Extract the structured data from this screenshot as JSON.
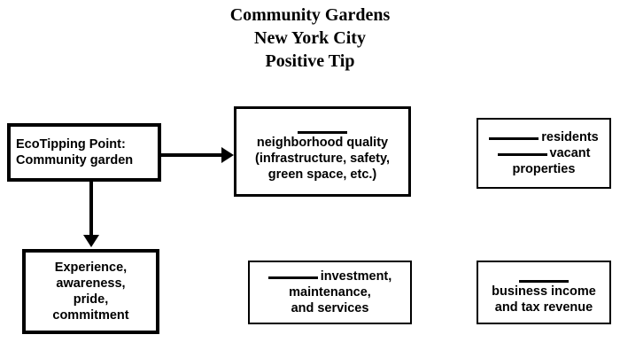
{
  "title": {
    "line1": "Community Gardens",
    "line2": "New York City",
    "line3": "Positive Tip"
  },
  "nodes": {
    "eco_tipping_point": {
      "line1": "EcoTipping Point:",
      "line2": "Community garden"
    },
    "neighborhood_quality": {
      "line1": "neighborhood quality",
      "line2": "(infrastructure, safety,",
      "line3": "green space, etc.)"
    },
    "residents_vacant": {
      "line1": "residents",
      "line2": "vacant",
      "line3": "properties"
    },
    "experience": {
      "line1": "Experience,",
      "line2": "awareness,",
      "line3": "pride,",
      "line4": "commitment"
    },
    "investment": {
      "line1": "investment,",
      "line2": "maintenance,",
      "line3": "and services"
    },
    "business_income": {
      "line1": "business income",
      "line2": "and tax revenue"
    }
  },
  "colors": {
    "ink": "#000000",
    "background": "#ffffff"
  }
}
